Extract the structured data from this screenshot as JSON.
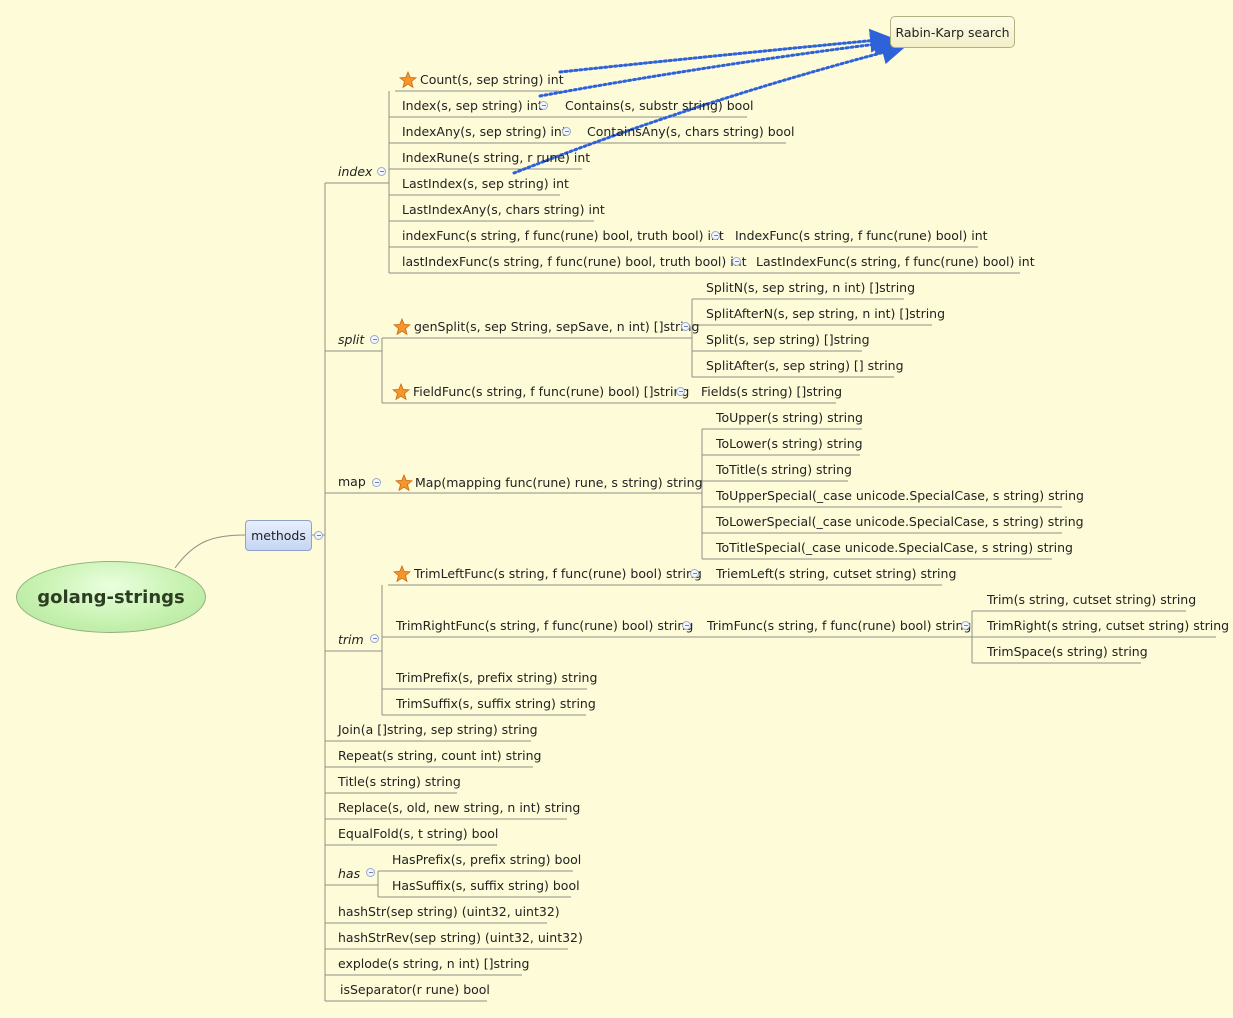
{
  "root": "golang-strings",
  "methods": "methods",
  "callout": "Rabin-Karp search",
  "index": {
    "label": "index",
    "count": "Count(s, sep string) int",
    "index": "Index(s, sep string) int",
    "contains": "Contains(s, substr string) bool",
    "indexAny": "IndexAny(s, sep string) int",
    "containsAny": "ContainsAny(s, chars string) bool",
    "indexRune": "IndexRune(s string, r rune) int",
    "lastIndex": "LastIndex(s, sep string) int",
    "lastIndexAny": "LastIndexAny(s, chars string) int",
    "indexFuncPriv": "indexFunc(s string, f func(rune) bool, truth bool) int",
    "indexFunc": "IndexFunc(s string, f func(rune) bool) int",
    "lastIndexFuncPriv": "lastIndexFunc(s string, f func(rune) bool, truth bool) int",
    "lastIndexFunc": "LastIndexFunc(s string, f func(rune) bool) int"
  },
  "split": {
    "label": "split",
    "genSplit": "genSplit(s, sep String, sepSave, n int) []string",
    "splitN": "SplitN(s, sep string, n int) []string",
    "splitAfterN": "SplitAfterN(s, sep string, n int) []string",
    "split": "Split(s, sep string) []string",
    "splitAfter": "SplitAfter(s, sep string) [] string",
    "fieldFunc": "FieldFunc(s string, f func(rune) bool) []string",
    "fields": "Fields(s string) []string"
  },
  "map": {
    "label": "map",
    "map": "Map(mapping func(rune) rune, s string) string",
    "toUpper": "ToUpper(s string) string",
    "toLower": "ToLower(s string) string",
    "toTitle": "ToTitle(s string) string",
    "toUpperSpecial": "ToUpperSpecial(_case unicode.SpecialCase, s string) string",
    "toLowerSpecial": "ToLowerSpecial(_case unicode.SpecialCase, s string) string",
    "toTitleSpecial": "ToTitleSpecial(_case unicode.SpecialCase, s string) string"
  },
  "trim": {
    "label": "trim",
    "trimLeftFunc": "TrimLeftFunc(s string, f func(rune) bool) string",
    "trimLeft": "TriemLeft(s string, cutset string) string",
    "trimRightFunc": "TrimRightFunc(s string, f func(rune) bool) string",
    "trimFunc": "TrimFunc(s string, f func(rune) bool) string",
    "trim": "Trim(s string, cutset string) string",
    "trimRight": "TrimRight(s string, cutset string) string",
    "trimSpace": "TrimSpace(s string) string",
    "trimPrefix": "TrimPrefix(s, prefix string) string",
    "trimSuffix": "TrimSuffix(s, suffix string) string"
  },
  "join": "Join(a []string, sep string) string",
  "repeat": "Repeat(s string, count int) string",
  "title": "Title(s string) string",
  "replace": "Replace(s, old, new string, n int) string",
  "equalFold": "EqualFold(s, t string) bool",
  "has": {
    "label": "has",
    "hasPrefix": "HasPrefix(s, prefix string) bool",
    "hasSuffix": "HasSuffix(s, suffix string) bool"
  },
  "hashStr": "hashStr(sep string) (uint32, uint32)",
  "hashStrRev": "hashStrRev(sep string) (uint32, uint32)",
  "explode": "explode(s string, n int) []string",
  "isSeparator": "isSeparator(r rune) bool",
  "colors": {
    "background": "#fdfbd8",
    "line": "#8f8f86",
    "arrow": "#2f62d9",
    "star": "#f5952c"
  }
}
